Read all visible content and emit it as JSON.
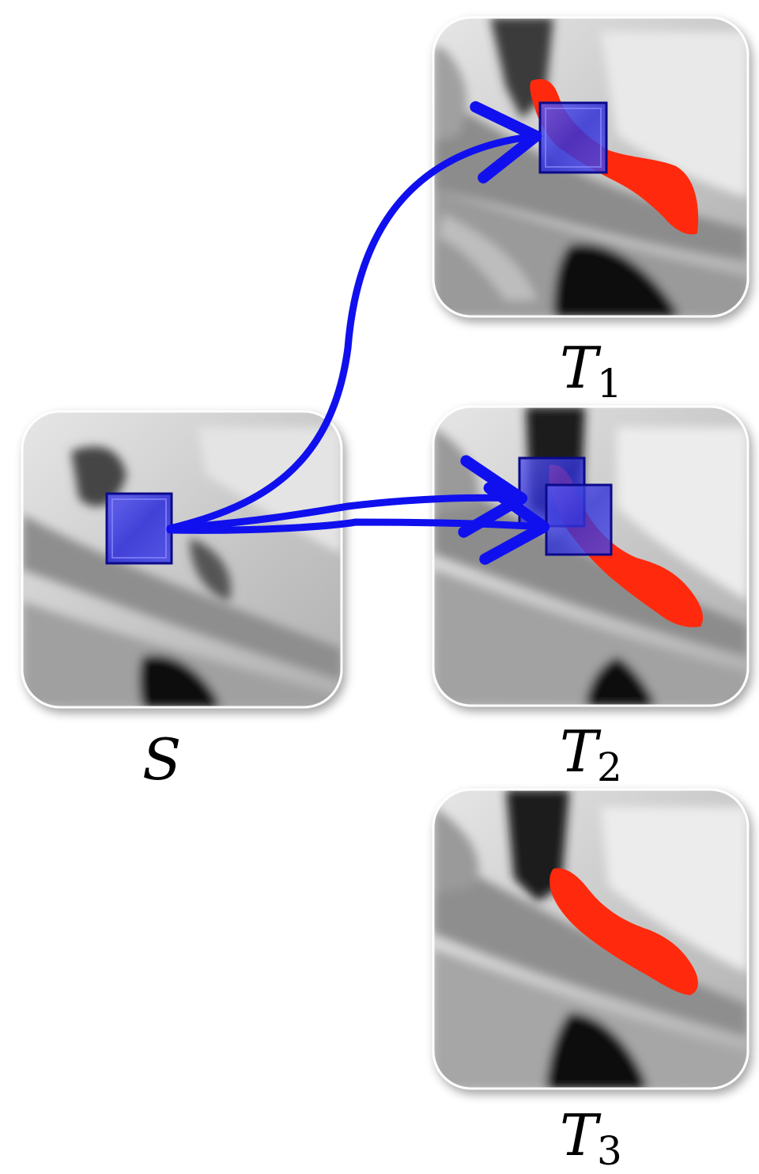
{
  "panels": {
    "source": {
      "name": "S",
      "subscript": ""
    },
    "target1": {
      "name": "T",
      "subscript": "1"
    },
    "target2": {
      "name": "T",
      "subscript": "2"
    },
    "target3": {
      "name": "T",
      "subscript": "3"
    }
  },
  "colors": {
    "arrow": "#1010ee",
    "patch_fill": "#3a3ae0",
    "patch_border": "#0a0a8a",
    "segmentation": "#ff2a10",
    "tissue_light": "#d8d8d8",
    "tissue_dark": "#101010"
  }
}
